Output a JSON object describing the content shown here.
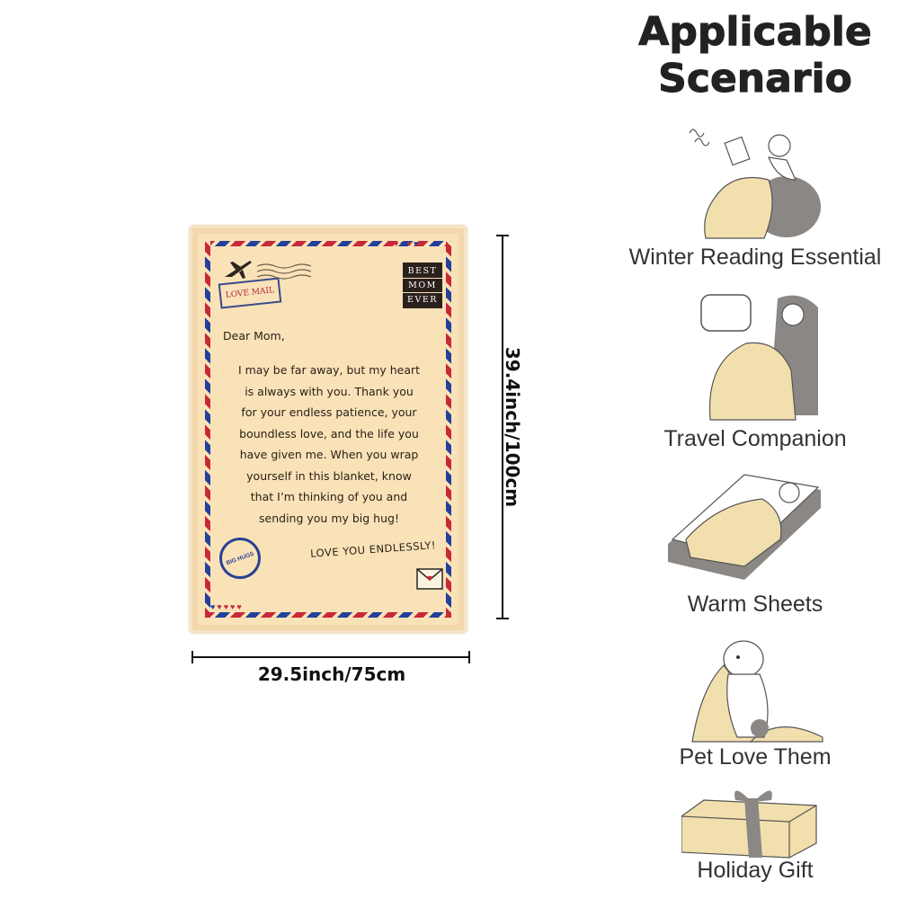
{
  "header": {
    "title_line1": "Applicable",
    "title_line2": "Scenario"
  },
  "blanket": {
    "best_badge": [
      "BEST",
      "MOM",
      "EVER"
    ],
    "stamp_love_mail": "LOVE MAIL",
    "stamp_big_hugs": "BIG HUGS",
    "greeting": "Dear Mom,",
    "body_lines": "I may be far away, but my heart\nis always with you. Thank you\nfor your endless patience, your\nboundless love, and the life you\nhave given me. When you wrap\nyourself in this blanket, know\nthat I’m thinking of you and\nsending you my big hug!",
    "signoff": "LOVE YOU ENDLESSLY!"
  },
  "dimensions": {
    "width": "29.5inch/75cm",
    "height": "39.4inch/100cm"
  },
  "scenarios": [
    {
      "label": "Winter Reading Essential",
      "icon": "reading-chair-icon"
    },
    {
      "label": "Travel Companion",
      "icon": "airplane-seat-icon"
    },
    {
      "label": "Warm Sheets",
      "icon": "bed-sleeping-icon"
    },
    {
      "label": "Pet Love Them",
      "icon": "dog-blanket-icon"
    },
    {
      "label": "Holiday Gift",
      "icon": "gift-box-icon"
    }
  ],
  "colors": {
    "blanket_base": "#f9e2b8",
    "stripe_red": "#c8283a",
    "stripe_blue": "#23409a",
    "illustration_fill": "#f2dfae"
  }
}
